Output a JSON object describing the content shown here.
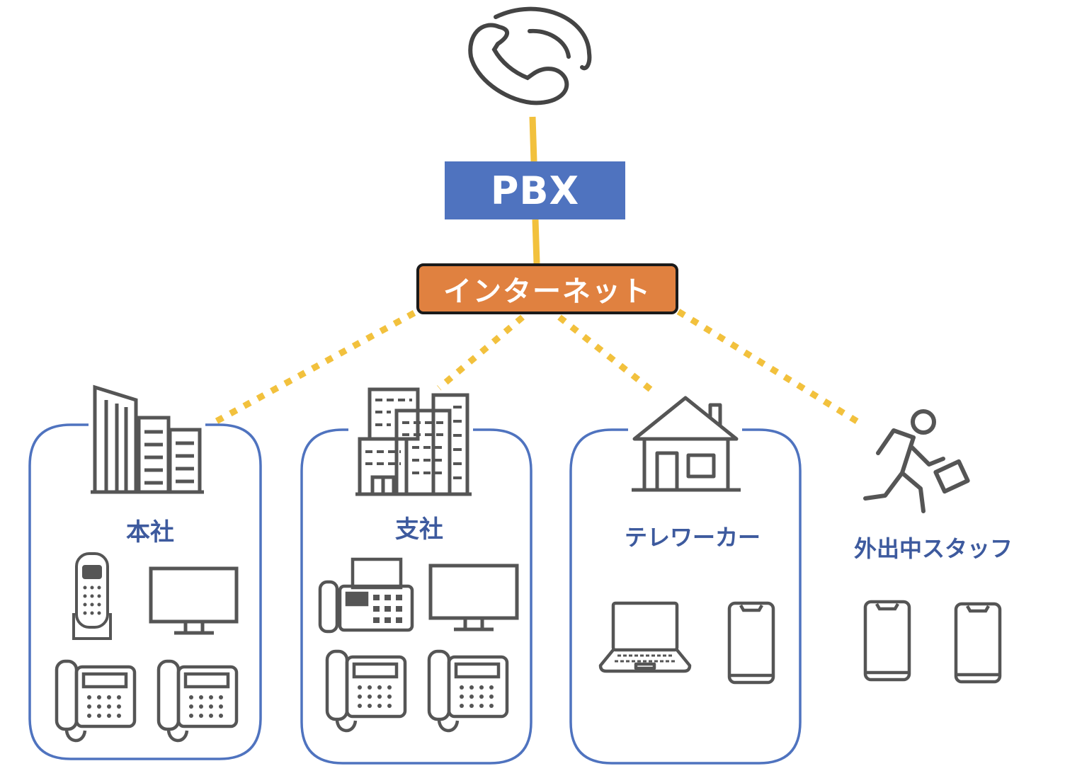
{
  "pbx": {
    "label": "PBX"
  },
  "internet": {
    "label": "インターネット"
  },
  "locations": [
    {
      "label": "本社"
    },
    {
      "label": "支社"
    },
    {
      "label": "テレワーカー"
    },
    {
      "label": "外出中スタッフ"
    }
  ],
  "colors": {
    "pbx_fill": "#4f73bf",
    "internet_fill": "#e08140",
    "connection_line": "#f2c13d",
    "group_border": "#4f73bf",
    "label_text": "#3d5a9e",
    "icon_stroke": "#555555"
  }
}
